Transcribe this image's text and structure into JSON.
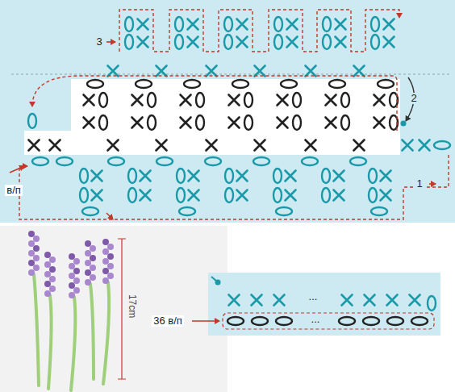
{
  "diagram": {
    "labels": [
      "3",
      "2",
      "в/п",
      "1",
      "17cm",
      "36 в/п",
      "...",
      "..."
    ]
  }
}
